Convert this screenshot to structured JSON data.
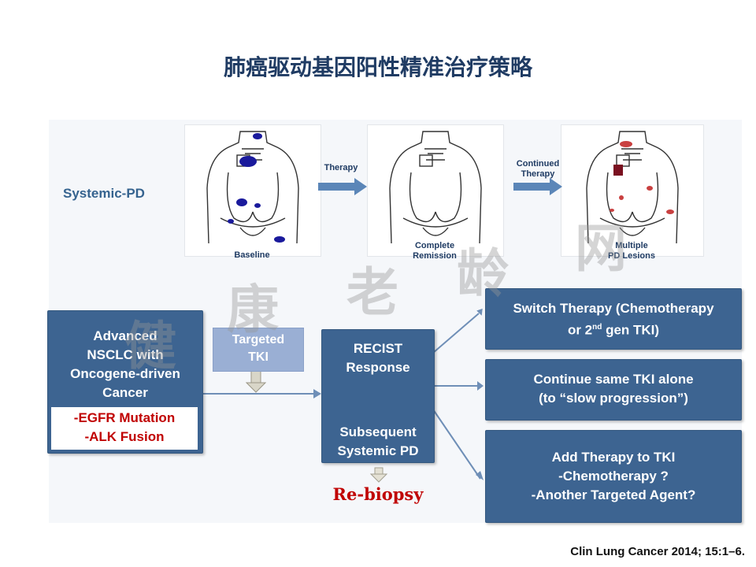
{
  "title": "肺癌驱动基因阳性精准治疗策略",
  "systemic_label": "Systemic-PD",
  "stages": {
    "baseline": "Baseline",
    "remission_line1": "Complete",
    "remission_line2": "Remission",
    "multiple_line1": "Multiple",
    "multiple_line2": "PD Lesions"
  },
  "arrows": {
    "therapy": "Therapy",
    "continued_line1": "Continued",
    "continued_line2": "Therapy"
  },
  "advanced_box": {
    "line1": "Advanced",
    "line2": "NSCLC with",
    "line3": "Oncogene-driven",
    "line4": "Cancer",
    "mutation1": "-EGFR Mutation",
    "mutation2": "-ALK Fusion"
  },
  "targeted_tki": {
    "line1": "Targeted",
    "line2": "TKI"
  },
  "recist_box": {
    "line1": "RECIST",
    "line2": "Response",
    "line3": "Subsequent",
    "line4": "Systemic PD"
  },
  "option1": {
    "line1": "Switch Therapy (Chemotherapy",
    "line2a": "or 2",
    "line2sup": "nd",
    "line2b": " gen TKI)"
  },
  "option2": {
    "line1": "Continue same TKI alone",
    "line2": "(to “slow progression”)"
  },
  "option3": {
    "line1": "Add Therapy to TKI",
    "line2": "-Chemotherapy ?",
    "line3": "-Another Targeted Agent?"
  },
  "rebiopsy": "Re-biopsy",
  "citation": "Clin Lung Cancer 2014; 15:1–6.",
  "watermark": [
    "健",
    "康",
    "老",
    "龄",
    "网"
  ],
  "colors": {
    "title": "#1f3b63",
    "box": "#3d6491",
    "tki": "#9aafd4",
    "highlight": "#c00000",
    "tumor": "#1a1a9c",
    "pd": "#c94040"
  }
}
